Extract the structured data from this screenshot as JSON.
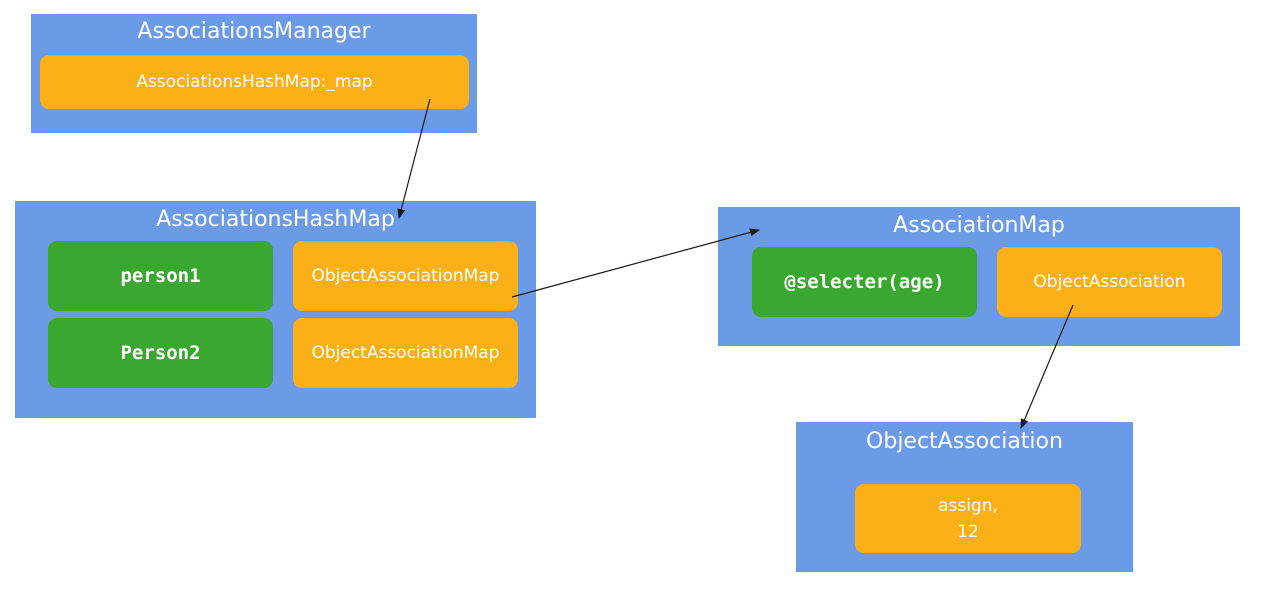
{
  "associations_manager": {
    "title": "AssociationsManager",
    "map_field": "AssociationsHashMap:_map"
  },
  "associations_hash_map": {
    "title": "AssociationsHashMap",
    "rows": [
      {
        "key": "person1",
        "value": "ObjectAssociationMap"
      },
      {
        "key": "Person2",
        "value": "ObjectAssociationMap"
      }
    ]
  },
  "association_map": {
    "title": "AssociationMap",
    "key": "@selecter(age)",
    "value": "ObjectAssociation"
  },
  "object_association": {
    "title": "ObjectAssociation",
    "value_line1": "assign,",
    "value_line2": "12"
  },
  "colors": {
    "panel": "#6b9be6",
    "value_box": "#fbb018",
    "key_box": "#3aa830",
    "text": "#ffffff",
    "arrow": "#1a1a1a"
  }
}
